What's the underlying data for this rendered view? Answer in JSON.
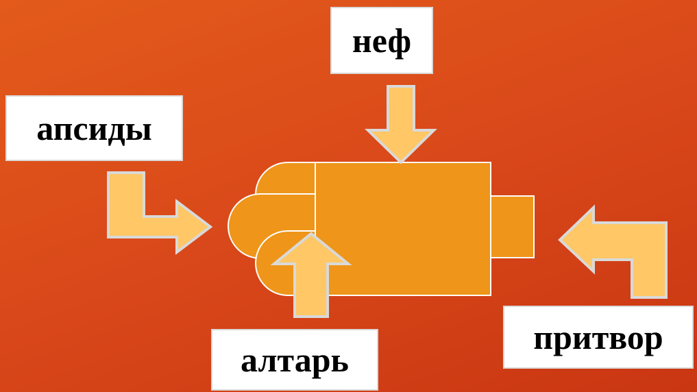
{
  "diagram": {
    "labels": {
      "nave": "неф",
      "apses": "апсиды",
      "altar": "алтарь",
      "narthex": "притвор"
    },
    "colors": {
      "background": "#d9481a",
      "building_fill": "#ee951a",
      "building_stroke": "#ffffff",
      "arrow_fill": "#ffc766",
      "arrow_stroke": "#d9d9d9",
      "label_bg": "#ffffff",
      "label_text": "#000000"
    }
  }
}
